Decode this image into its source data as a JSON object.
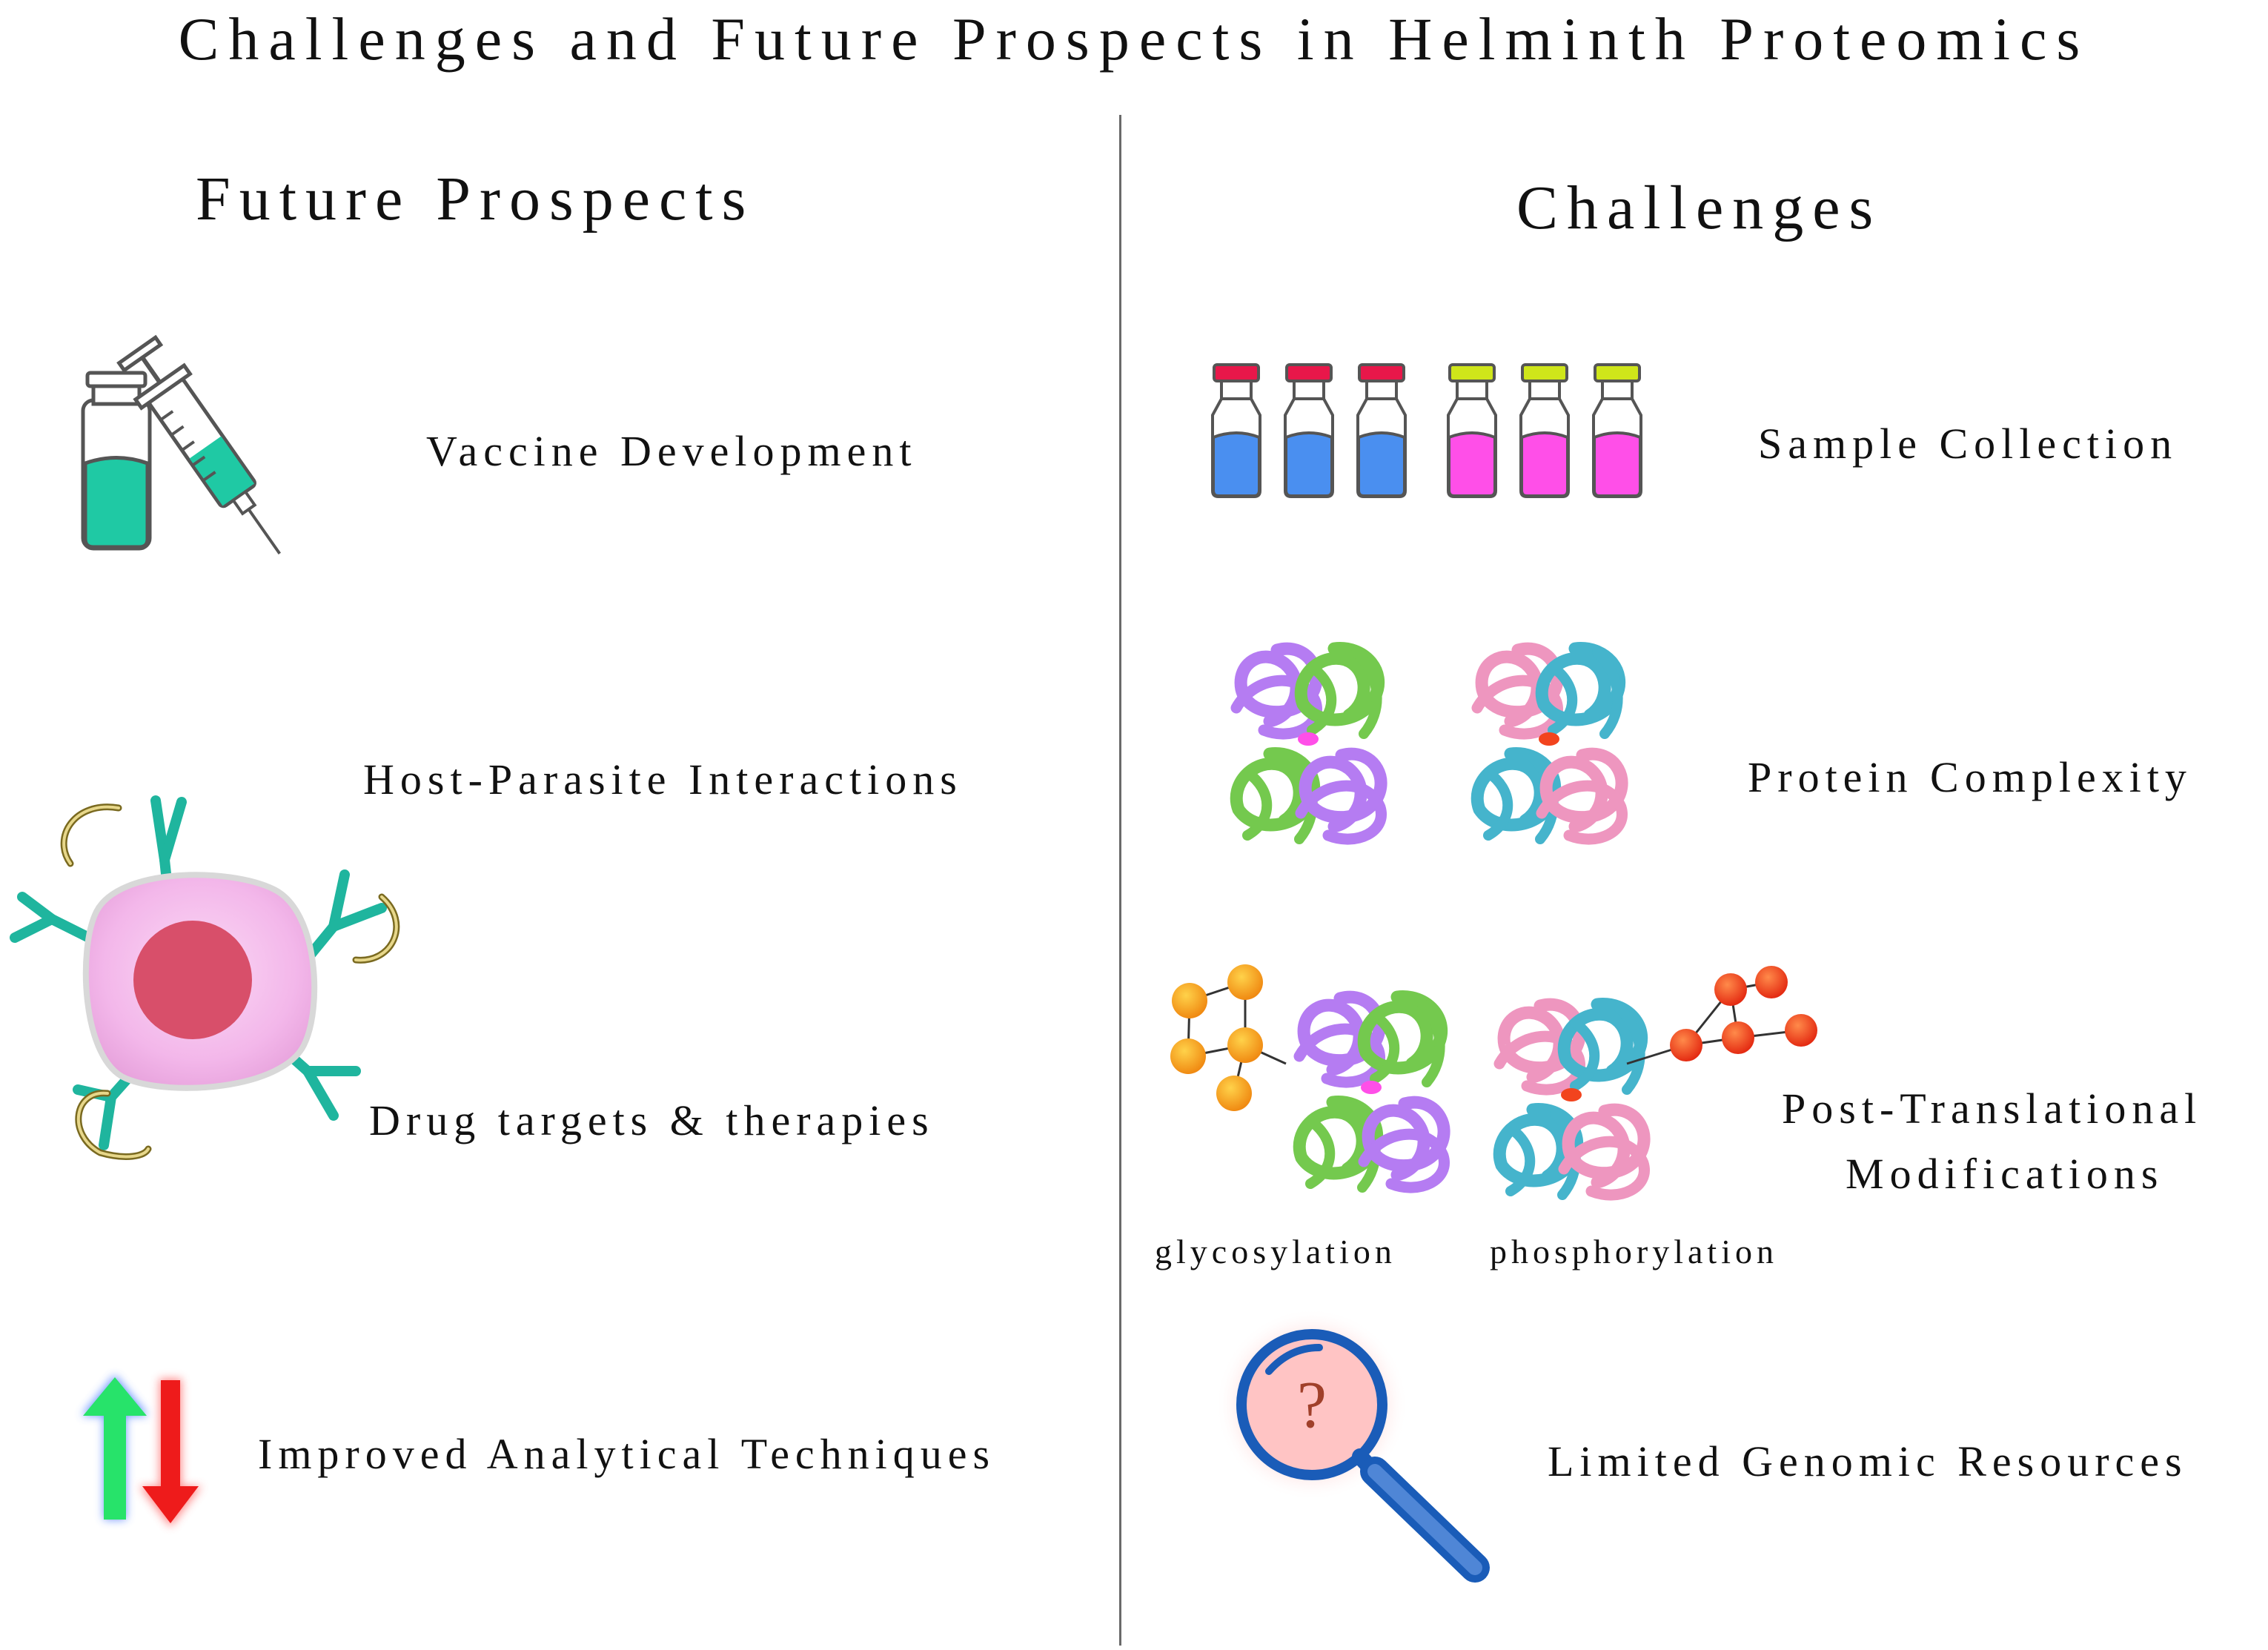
{
  "title": "Challenges and Future Prospects in Helminth Proteomics",
  "future": {
    "heading": "Future Prospects",
    "items": [
      {
        "label": "Vaccine Development",
        "icon": "vial-syringe-icon"
      },
      {
        "label": "Host-Parasite Interactions",
        "icon": "host-cell-parasite-icon"
      },
      {
        "label": "Drug targets & therapies",
        "icon": "host-cell-parasite-icon"
      },
      {
        "label": "Improved Analytical Techniques",
        "icon": "up-down-arrows-icon"
      }
    ]
  },
  "challenges": {
    "heading": "Challenges",
    "items": [
      {
        "label": "Sample Collection",
        "icon": "sample-vials-icon"
      },
      {
        "label": "Protein Complexity",
        "icon": "protein-structure-icon"
      },
      {
        "label_line1": "Post-Translational",
        "label_line2": "Modifications",
        "icon": "modified-protein-icon",
        "captions": [
          "glycosylation",
          "phosphorylation"
        ]
      },
      {
        "label": "Limited Genomic Resources",
        "icon": "magnifier-question-icon",
        "glyph": "?"
      }
    ]
  },
  "colors": {
    "teal": "#1fc9a4",
    "vial_blue": "#4a8ff0",
    "vial_magenta": "#ff4fe8",
    "cap_red": "#e8174a",
    "cap_yellow": "#cfe61a",
    "protein_purple": "#b57cf2",
    "protein_green": "#74c94e",
    "protein_pink": "#ee96bf",
    "protein_cyan": "#45b4cc",
    "sugar_orange": "#f5a21a",
    "phospho_red": "#f2441e",
    "arrow_green": "#27e36a",
    "arrow_red": "#ee1b1b",
    "magnifier_blue": "#1a5cb8"
  }
}
